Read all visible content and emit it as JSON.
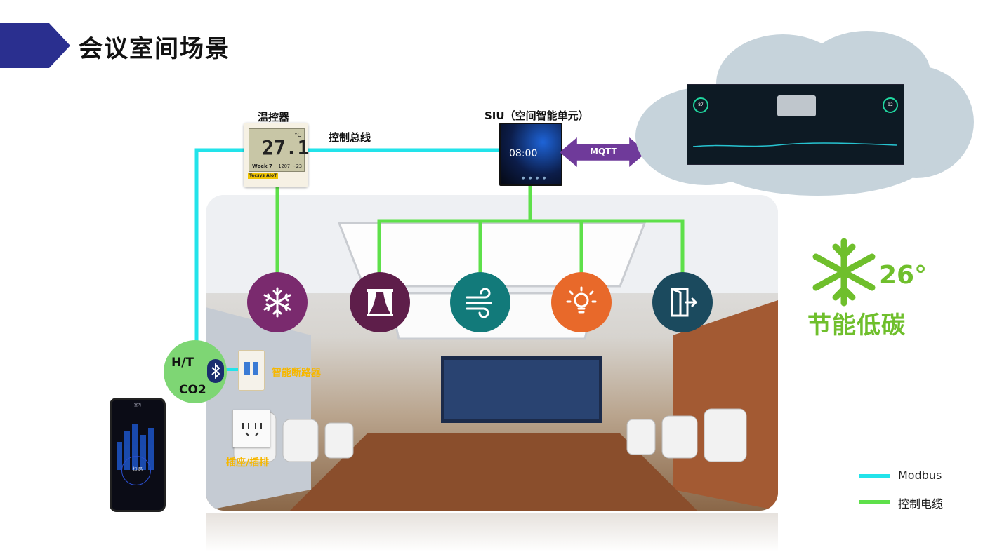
{
  "header": {
    "title": "会议室间场景"
  },
  "labels": {
    "thermostat": "温控器",
    "control_bus": "控制总线",
    "siu": "SIU（空间智能单元）",
    "mqtt": "MQTT",
    "breaker": "智能断路器",
    "socket": "插座/插排"
  },
  "thermostat": {
    "temperature": "27.1",
    "unit": "°C",
    "week": "Week 7",
    "bottom": "1207 -23",
    "brand": "Tecsys AIoT"
  },
  "siu_panel": {
    "time": "08:00"
  },
  "sensor": {
    "line1": "H/T",
    "line2": "CO2"
  },
  "dashboard": {
    "left_value": "87",
    "right_value": "92"
  },
  "phone": {
    "title": "室内",
    "center_text": "扫 码"
  },
  "eco": {
    "temp": "26°",
    "text": "节能低碳"
  },
  "devices": [
    {
      "name": "air-conditioning",
      "icon": "snowflake-icon",
      "color": "#7a2a6e"
    },
    {
      "name": "curtain",
      "icon": "curtain-icon",
      "color": "#5e1e4a"
    },
    {
      "name": "fresh-air",
      "icon": "wind-icon",
      "color": "#127a7a"
    },
    {
      "name": "lighting",
      "icon": "lightbulb-icon",
      "color": "#e8692a"
    },
    {
      "name": "door-access",
      "icon": "door-icon",
      "color": "#1b4a5e"
    }
  ],
  "legend": [
    {
      "label": "Modbus",
      "color": "#22e3ea"
    },
    {
      "label": "控制电缆",
      "color": "#5ee04a"
    }
  ],
  "colors": {
    "modbus": "#22e3ea",
    "control_cable": "#5ee04a",
    "title_tab": "#2a2f8f"
  }
}
